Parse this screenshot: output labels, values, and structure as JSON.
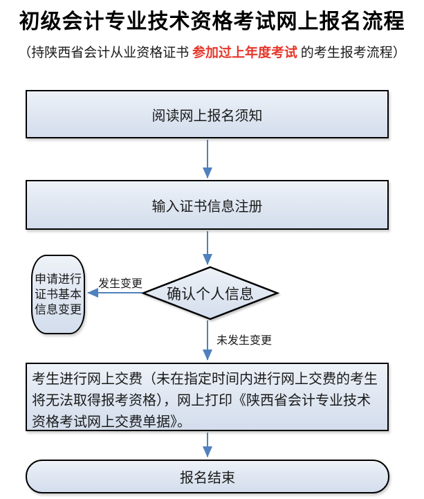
{
  "page": {
    "title": "初级会计专业技术资格考试网上报名流程",
    "subtitle": {
      "prefix": "（持陕西省会计从业资格证书 ",
      "highlight": "参加过上年度考试",
      "suffix": " 的考生报考流程）"
    }
  },
  "flowchart": {
    "type": "flowchart",
    "nodes": [
      {
        "id": "read-notice",
        "shape": "process",
        "label": "阅读网上报名须知"
      },
      {
        "id": "register",
        "shape": "process",
        "label": "输入证书信息注册"
      },
      {
        "id": "confirm-info",
        "shape": "decision",
        "label": "确认个人信息"
      },
      {
        "id": "change-request",
        "shape": "terminator",
        "label": "申请进行证书基本信息变更"
      },
      {
        "id": "pay",
        "shape": "process",
        "label": "考生进行网上交费（未在指定时间内进行网上交费的考生将无法取得报考资格），网上打印《陕西省会计专业技术资格考试网上交费单据》。"
      },
      {
        "id": "end",
        "shape": "terminator",
        "label": "报名结束"
      }
    ],
    "edges": [
      {
        "from": "read-notice",
        "to": "register",
        "label": ""
      },
      {
        "from": "register",
        "to": "confirm-info",
        "label": ""
      },
      {
        "from": "confirm-info",
        "to": "change-request",
        "label": "发生变更"
      },
      {
        "from": "confirm-info",
        "to": "pay",
        "label": "未发生变更"
      },
      {
        "from": "pay",
        "to": "end",
        "label": ""
      }
    ]
  },
  "colors": {
    "highlight_red": "#e6372b",
    "arrow_blue": "#4f81bd",
    "node_border": "#000000",
    "node_fill_top": "#eef2f8",
    "node_fill_bottom": "#d3ddec",
    "text": "#1a1a1a"
  }
}
